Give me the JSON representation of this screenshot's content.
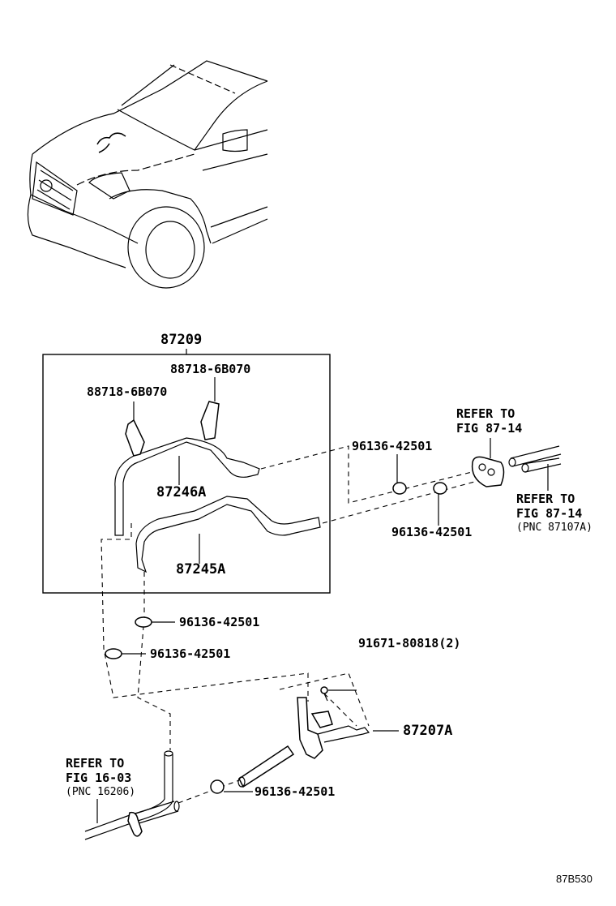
{
  "diagram": {
    "figure_code": "87B530",
    "assembly": {
      "part_no": "87209"
    },
    "parts": [
      {
        "id": "clamp-upper",
        "part_no": "88718-6B070"
      },
      {
        "id": "clamp-left",
        "part_no": "88718-6B070"
      },
      {
        "id": "hose-upper",
        "part_no": "87246A"
      },
      {
        "id": "hose-lower",
        "part_no": "87245A"
      },
      {
        "id": "hose-clip-right-upper",
        "part_no": "96136-42501"
      },
      {
        "id": "hose-clip-right-lower",
        "part_no": "96136-42501"
      },
      {
        "id": "hose-clip-mid-1",
        "part_no": "96136-42501"
      },
      {
        "id": "hose-clip-mid-2",
        "part_no": "96136-42501"
      },
      {
        "id": "bolt",
        "part_no": "91671-80818",
        "qty": "(2)"
      },
      {
        "id": "water-valve",
        "part_no": "87207A"
      },
      {
        "id": "hose-clip-bottom",
        "part_no": "96136-42501"
      }
    ],
    "references": [
      {
        "id": "grommet-ref",
        "line1": "REFER TO",
        "line2": "FIG 87-14"
      },
      {
        "id": "pipe-ref",
        "line1": "REFER TO",
        "line2": "FIG 87-14",
        "line3": "(PNC 87107A)"
      },
      {
        "id": "engine-pipe-ref",
        "line1": "REFER TO",
        "line2": "FIG 16-03",
        "line3": "(PNC 16206)"
      }
    ]
  }
}
